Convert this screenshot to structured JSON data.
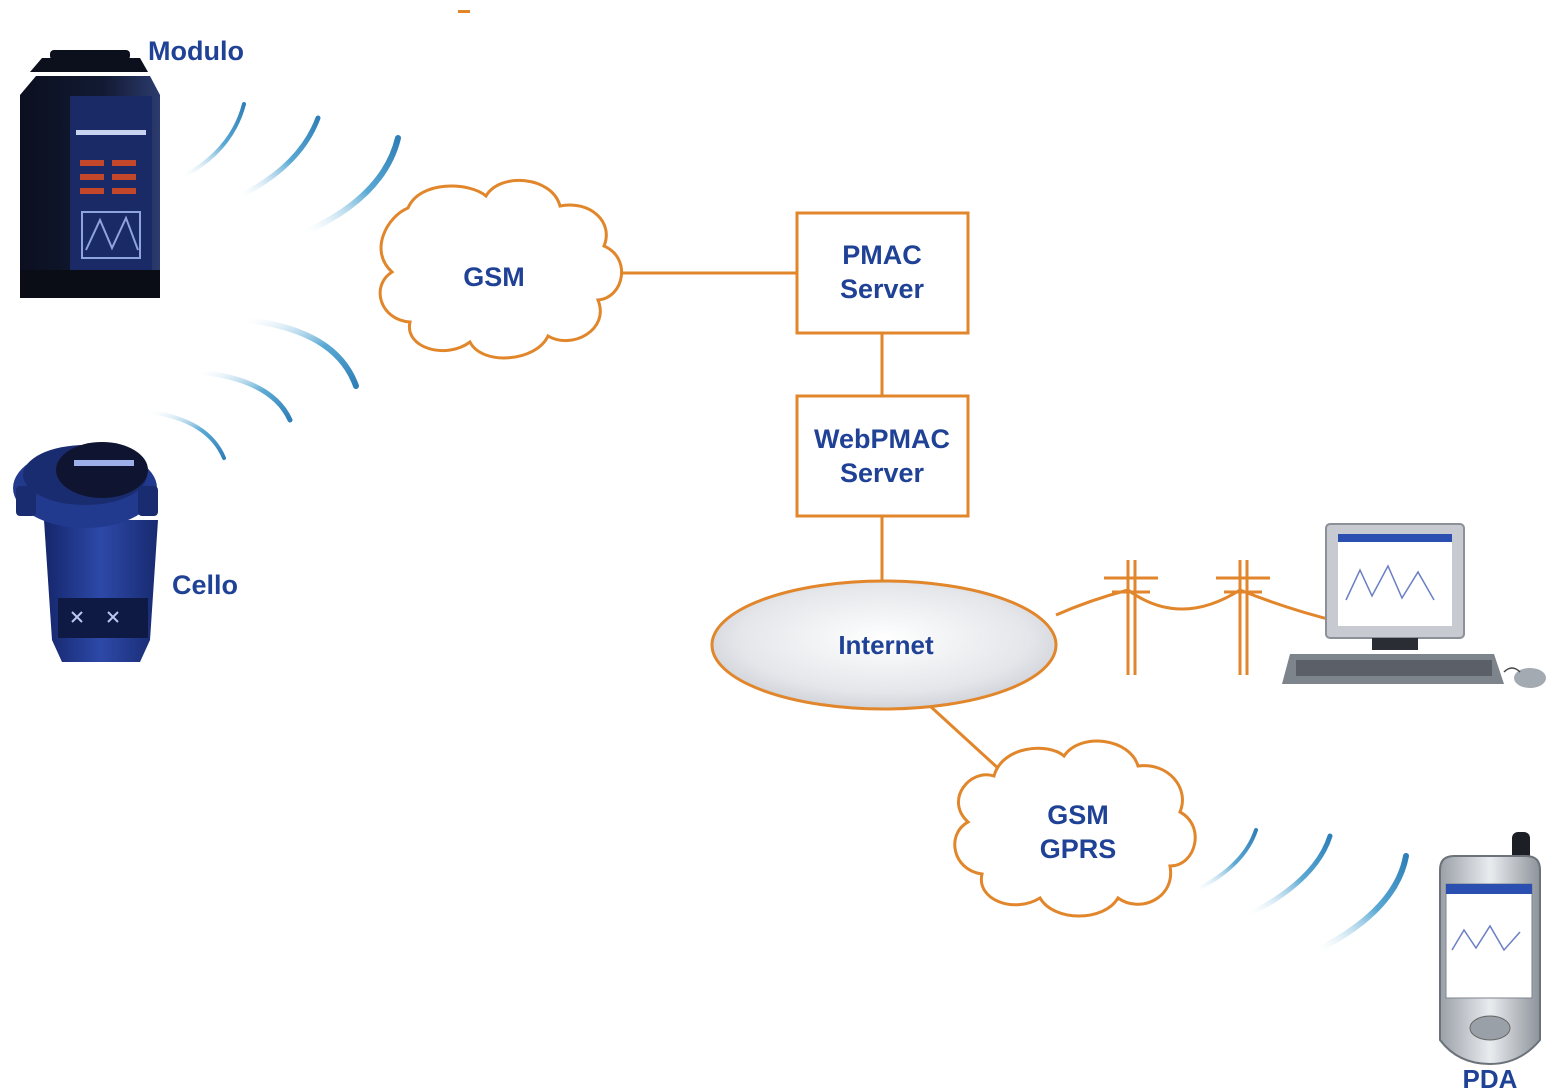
{
  "devices": {
    "modulo": {
      "label": "Modulo",
      "icon": "modulo-logger-icon"
    },
    "cello": {
      "label": "Cello",
      "icon": "cello-logger-icon"
    },
    "pda": {
      "label": "PDA",
      "icon": "pda-icon"
    },
    "computer": {
      "icon": "desktop-computer-icon"
    }
  },
  "network": {
    "gsm_cloud": {
      "line1": "GSM"
    },
    "gsm_gprs_cloud": {
      "line1": "GSM",
      "line2": "GPRS"
    },
    "internet": {
      "label": "Internet"
    }
  },
  "servers": {
    "pmac": {
      "line1": "PMAC",
      "line2": "Server"
    },
    "webpmac": {
      "line1": "WebPMAC",
      "line2": "Server"
    }
  },
  "colors": {
    "line": "#e1862b",
    "label": "#1f4196",
    "wave": "#5aa9d4",
    "device_blue": "#1f3f8f"
  }
}
